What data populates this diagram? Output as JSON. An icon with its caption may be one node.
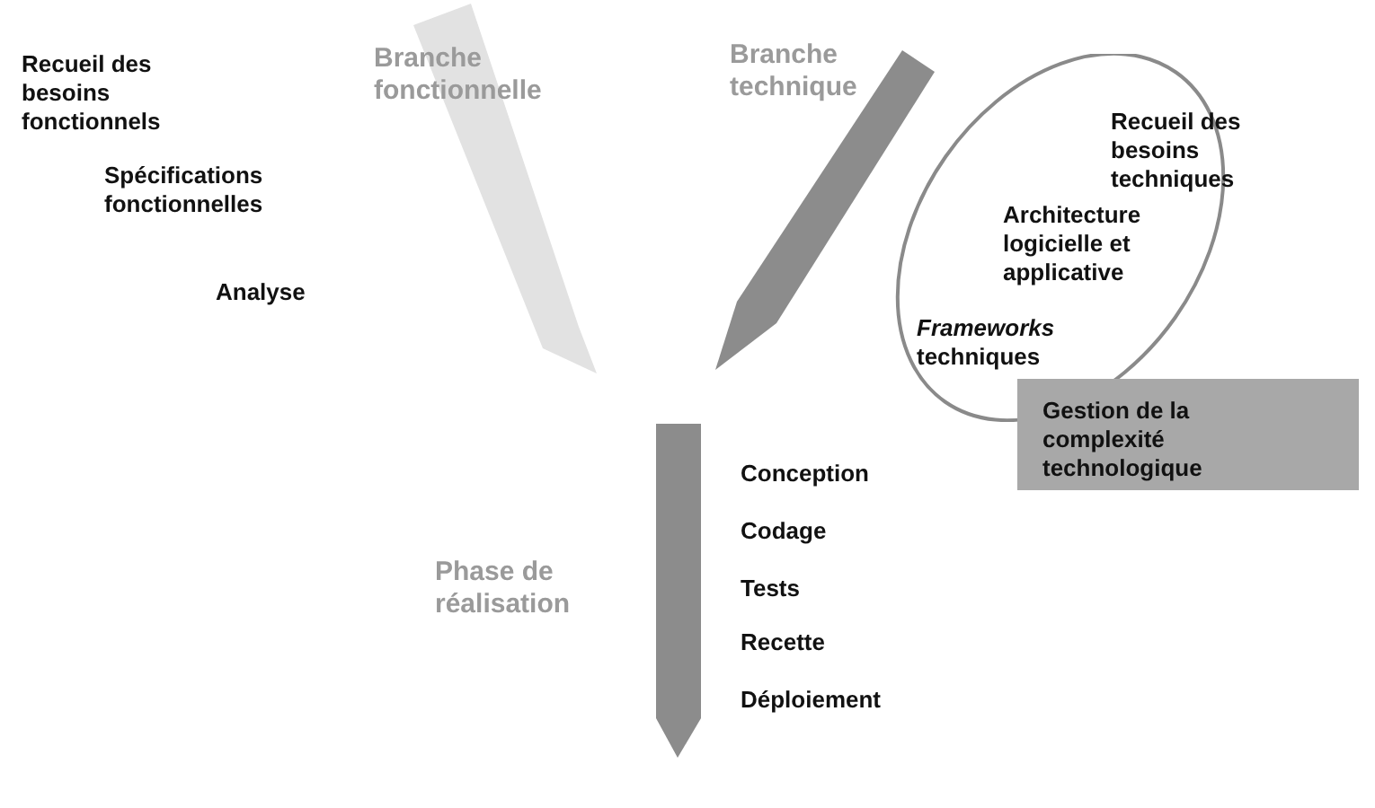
{
  "diagram": {
    "nodes": [
      {
        "text": [
          "Branche fonctionnelle"
        ],
        "beside": [
          "Recueil des besoins fonctionnels",
          "Spécifications fonctionnelles",
          "Analyse"
        ]
      },
      {
        "text": [
          "Branche technique"
        ]
      },
      {
        "text": [
          "Recueil des besoins techniques",
          "Architecture logicielle et applicative",
          "*Frameworks* techniques"
        ]
      },
      {
        "text": [
          "Gestion de la complexité technologique"
        ]
      },
      {
        "text": [
          "Phase de réalisation"
        ],
        "beside": [
          "Conception",
          "Codage",
          "Tests",
          "Recette",
          "Déploiement"
        ]
      }
    ]
  }
}
